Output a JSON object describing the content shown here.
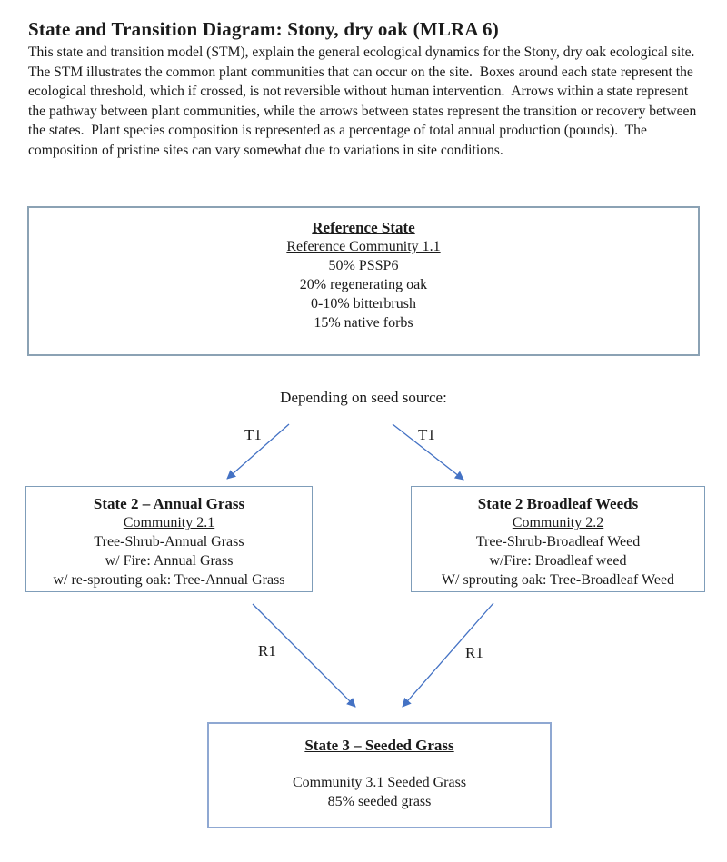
{
  "document": {
    "title": "State and Transition Diagram: Stony, dry oak (MLRA 6)",
    "paragraph": "This state and transition model (STM), explain the general ecological dynamics for the Stony, dry oak ecological site.  The STM illustrates the common plant communities that can occur on the site.  Boxes around each state represent the ecological threshold, which if crossed, is not reversible without human intervention.  Arrows within a state represent the pathway between plant communities, while the arrows between states represent the transition or recovery between the states.  Plant species composition is represented as a percentage of total annual production (pounds).  The composition of pristine sites can vary somewhat due to variations in site conditions."
  },
  "diagram": {
    "reference_state": {
      "title": "Reference State",
      "community": "Reference Community 1.1",
      "composition": [
        "50% PSSP6",
        "20% regenerating oak",
        "0-10% bitterbrush",
        "15% native forbs"
      ]
    },
    "seed_source_label": "Depending on seed source:",
    "state2_annual_grass": {
      "title": "State 2 – Annual Grass",
      "community": "Community 2.1",
      "lines": [
        "Tree-Shrub-Annual Grass",
        "w/ Fire: Annual Grass",
        "w/ re-sprouting oak: Tree-Annual Grass"
      ]
    },
    "state2_broadleaf_weeds": {
      "title": "State 2 Broadleaf Weeds",
      "community": "Community 2.2",
      "lines": [
        "Tree-Shrub-Broadleaf Weed",
        "w/Fire: Broadleaf weed",
        "W/ sprouting oak: Tree-Broadleaf Weed"
      ]
    },
    "state3_seeded_grass": {
      "title": "State 3 – Seeded Grass",
      "community": "Community 3.1 Seeded Grass",
      "lines": [
        "85% seeded grass"
      ]
    },
    "transitions": {
      "t1_left": "T1",
      "t1_right": "T1",
      "r1_left": "R1",
      "r1_right": "R1"
    },
    "colors": {
      "arrow": "#4472c4",
      "reference_box_border": "#8ba2b4",
      "state2_box_border": "#7f9db9",
      "state3_box_border": "#8fa8d2",
      "text": "#1b1b1b"
    }
  }
}
